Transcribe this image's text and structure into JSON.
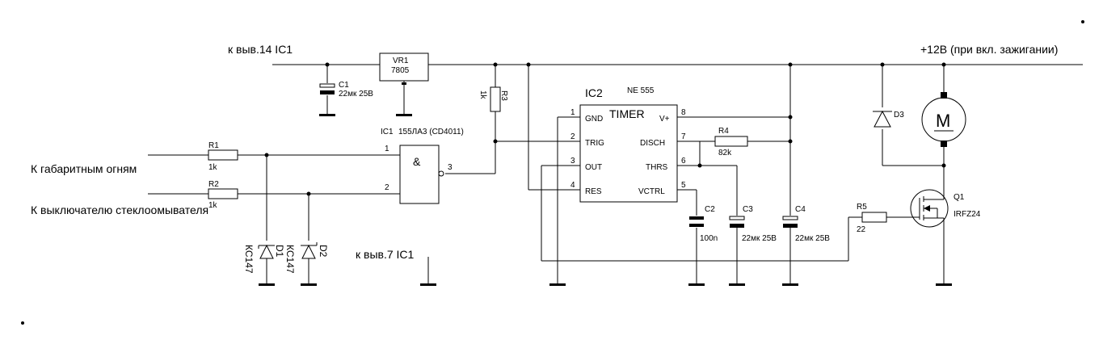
{
  "labels": {
    "top_left": "к выв.14 IC1",
    "top_right": "+12В (при вкл. зажигании)",
    "input1": "К габаритным огням",
    "input2": "К выключателю стеклоомывателя",
    "pin7": "к выв.7 IC1"
  },
  "vr1": {
    "name": "VR1",
    "type": "7805"
  },
  "ic1": {
    "name": "IC1",
    "type": "155ЛА3 (CD4011)",
    "symbol": "&",
    "pin_in1": "1",
    "pin_in2": "2",
    "pin_out": "3"
  },
  "ic2": {
    "name": "IC2",
    "type": "NE 555",
    "title": "TIMER",
    "left_pins": [
      {
        "num": "1",
        "name": "GND"
      },
      {
        "num": "2",
        "name": "TRIG"
      },
      {
        "num": "3",
        "name": "OUT"
      },
      {
        "num": "4",
        "name": "RES"
      }
    ],
    "right_pins": [
      {
        "num": "8",
        "name": "V+"
      },
      {
        "num": "7",
        "name": "DISCH"
      },
      {
        "num": "6",
        "name": "THRS"
      },
      {
        "num": "5",
        "name": "VCTRL"
      }
    ]
  },
  "r1": {
    "name": "R1",
    "value": "1k"
  },
  "r2": {
    "name": "R2",
    "value": "1k"
  },
  "r3": {
    "name": "R3",
    "value": "1k"
  },
  "r4": {
    "name": "R4",
    "value": "82k"
  },
  "r5": {
    "name": "R5",
    "value": "22"
  },
  "c1": {
    "name": "C1",
    "value": "22мк 25В"
  },
  "c2": {
    "name": "C2",
    "value": "100n"
  },
  "c3": {
    "name": "C3",
    "value": "22мк 25В"
  },
  "c4": {
    "name": "C4",
    "value": "22мк 25В"
  },
  "d1": {
    "name": "D1",
    "value": "КС147"
  },
  "d2": {
    "name": "D2",
    "value": "КС147"
  },
  "d3": {
    "name": "D3"
  },
  "q1": {
    "name": "Q1",
    "type": "IRFZ24"
  },
  "motor": {
    "symbol": "M"
  }
}
